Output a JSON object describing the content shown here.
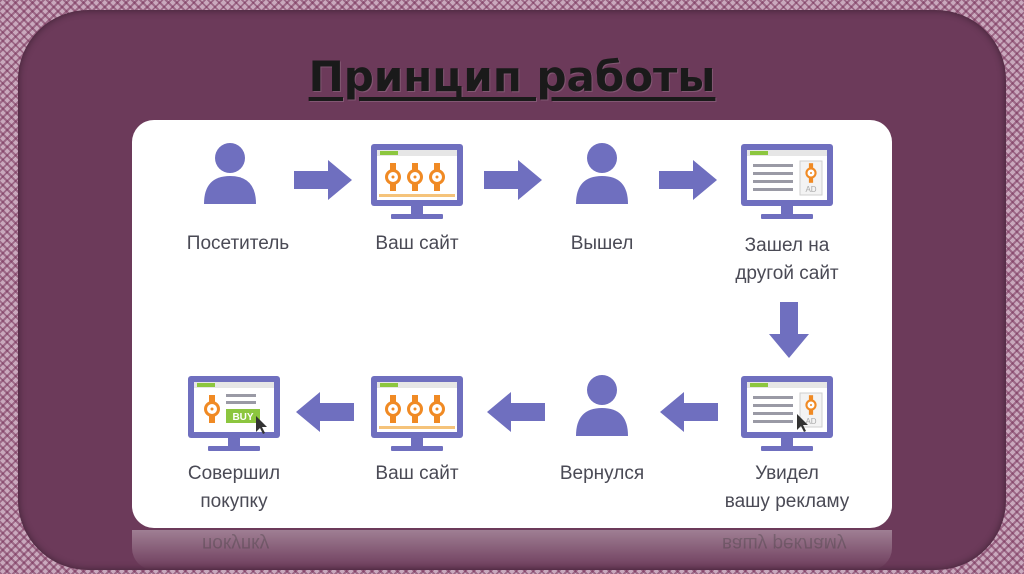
{
  "title": "Принцип работы",
  "steps": [
    {
      "label": "Посетитель",
      "icon": "person-icon"
    },
    {
      "label": "Ваш сайт",
      "icon": "monitor-watches-icon"
    },
    {
      "label": "Вышел",
      "icon": "person-icon"
    },
    {
      "label_line1": "Зашел на",
      "label_line2": "другой сайт",
      "icon": "monitor-ad-icon"
    },
    {
      "label_line1": "Увидел",
      "label_line2": "вашу рекламу",
      "icon": "monitor-ad-cursor-icon"
    },
    {
      "label": "Вернулся",
      "icon": "person-icon"
    },
    {
      "label": "Ваш сайт",
      "icon": "monitor-watches-icon"
    },
    {
      "label_line1": "Совершил",
      "label_line2": "покупку",
      "icon": "monitor-buy-icon"
    }
  ],
  "ad_badge": "AD",
  "buy_badge": "BUY",
  "colors": {
    "frame": "#6c3a5a",
    "icon": "#6f6fbf",
    "arrow": "#6f6fbf",
    "accent_green": "#8cc63f",
    "watch_orange": "#f08a24"
  }
}
